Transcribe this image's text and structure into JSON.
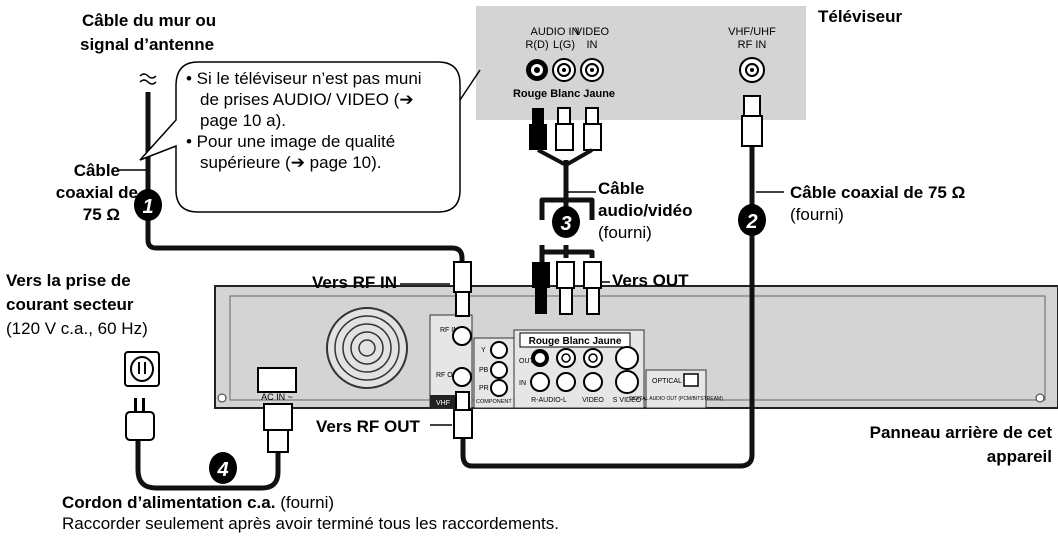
{
  "labels": {
    "wall_cable_line1": "Câble du mur ou",
    "wall_cable_line2": "signal d’antenne",
    "coax_left_line1": "Câble",
    "coax_left_line2": "coaxial de",
    "coax_left_line3": "75 Ω",
    "tv_title": "Téléviseur",
    "av_cable_line1": "Câble",
    "av_cable_line2": "audio/vidéo",
    "av_cable_line3": "(fourni)",
    "coax_right_line1": "Câble coaxial de 75 Ω",
    "coax_right_line2": "(fourni)",
    "power_outlet_line1": "Vers la prise de",
    "power_outlet_line2": "courant secteur",
    "power_outlet_line3": "(120 V c.a., 60 Hz)",
    "to_rf_in": "Vers RF IN",
    "to_out": "Vers OUT",
    "to_rf_out": "Vers RF OUT",
    "rear_panel_line1": "Panneau arrière de cet",
    "rear_panel_line2": "appareil",
    "power_cord_title": "Cordon d’alimentation c.a.",
    "power_cord_suffix": "(fourni)",
    "power_cord_note": "Raccorder seulement après avoir terminé tous les raccordements."
  },
  "note_bubble": {
    "bullet1": "• Si le téléviseur n’est pas muni de prises AUDIO/ VIDEO (➔ page 10 a).",
    "bullet2": "• Pour une image de qualité supérieure (➔ page 10)."
  },
  "tv_panel": {
    "audio_in": "AUDIO IN",
    "video": "VIDEO",
    "r_d": "R(D)",
    "l_g": "L(G)",
    "in": "IN",
    "vhf_uhf": "VHF/UHF",
    "rf_in": "RF IN",
    "color_labels": "Rouge Blanc Jaune"
  },
  "device_panel": {
    "color_labels": "Rouge Blanc Jaune",
    "rf_in": "RF IN",
    "rf_out": "RF OUT",
    "ac_in": "AC IN ~",
    "vhf": "VHF",
    "component": "COMPONENT VIDEO OUT",
    "y": "Y",
    "pb": "PB",
    "pr": "PR",
    "out": "OUT",
    "in": "IN",
    "r_audio_l": "R-AUDIO-L",
    "video": "VIDEO",
    "s_video": "S VIDEO",
    "optical": "OPTICAL",
    "digital_audio": "DIGITAL AUDIO OUT (PCM/BITSTREAM)"
  },
  "steps": {
    "s1": "1",
    "s2": "2",
    "s3": "3",
    "s4": "4"
  },
  "colors": {
    "panel_gray": "#d4d4d4",
    "line": "#111111"
  }
}
